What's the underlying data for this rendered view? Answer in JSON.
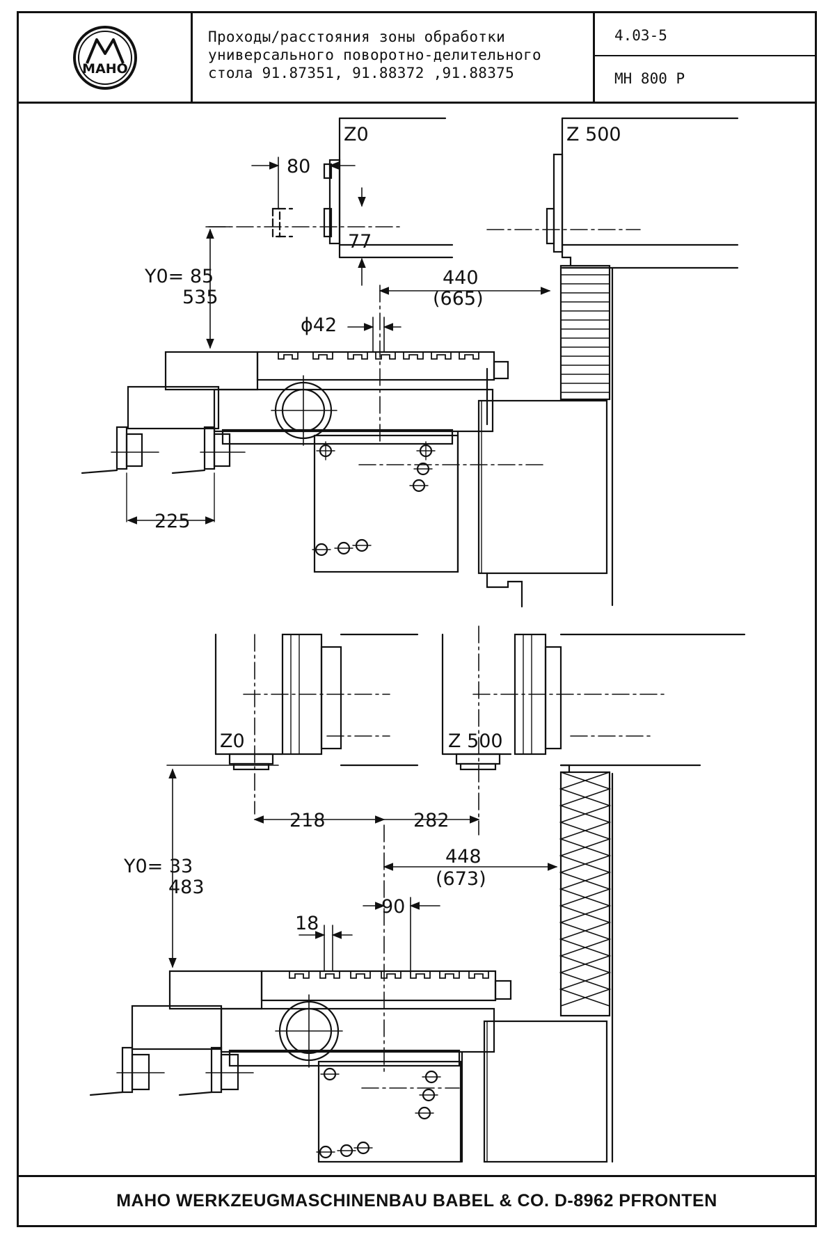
{
  "header": {
    "logo_text": "MAHO",
    "title_lines": [
      "Проходы/расстояния зоны обработки",
      "универсального поворотно-делительного",
      "стола 91.87351, 91.88372 ,91.88375"
    ],
    "sheet_number": "4.03-5",
    "machine_model": "MH 800 P"
  },
  "top_view": {
    "z0_label": "Z0",
    "z500_label": "Z 500",
    "dim_80": "80",
    "dim_77": "77",
    "y0_label": "Y0= 85",
    "y0_alt": "535",
    "dim_440": "440",
    "dim_440_alt": "(665)",
    "dim_phi42": "ϕ42",
    "dim_225": "225"
  },
  "bottom_view": {
    "z0_label": "Z0",
    "z500_label": "Z 500",
    "dim_218": "218",
    "dim_282": "282",
    "dim_448": "448",
    "dim_448_alt": "(673)",
    "y0_label": "Y0= 33",
    "y0_alt": "483",
    "dim_18": "18",
    "dim_90": "90"
  },
  "footer": {
    "company": "MAHO WERKZEUGMASCHINENBAU BABEL & CO. D-8962 PFRONTEN"
  }
}
